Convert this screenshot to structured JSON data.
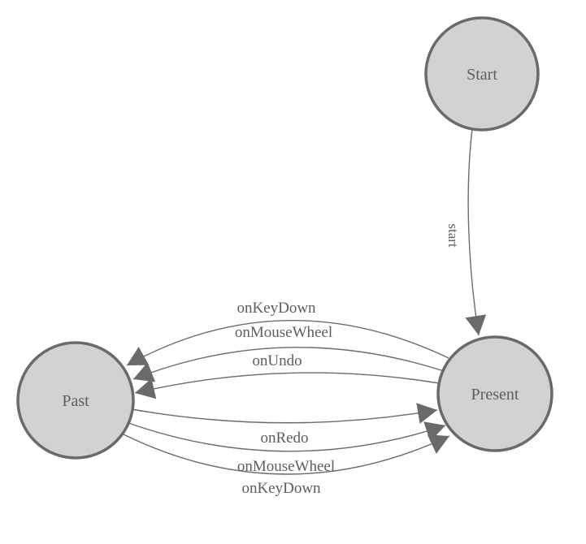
{
  "diagram": {
    "kind": "state-machine",
    "nodes": {
      "start": {
        "label": "Start"
      },
      "present": {
        "label": "Present"
      },
      "past": {
        "label": "Past"
      }
    },
    "edges": [
      {
        "from": "Start",
        "to": "Present",
        "label": "start"
      },
      {
        "from": "Present",
        "to": "Past",
        "label": "onKeyDown"
      },
      {
        "from": "Present",
        "to": "Past",
        "label": "onMouseWheel"
      },
      {
        "from": "Present",
        "to": "Past",
        "label": "onUndo"
      },
      {
        "from": "Past",
        "to": "Present",
        "label": "onRedo"
      },
      {
        "from": "Past",
        "to": "Present",
        "label": "onMouseWheel"
      },
      {
        "from": "Past",
        "to": "Present",
        "label": "onKeyDown"
      }
    ],
    "colors": {
      "node_fill": "#d2d2d2",
      "node_stroke": "#6a6a6a",
      "edge_stroke": "#6a6a6a",
      "label_text": "#5a5e61",
      "background": "#ffffff"
    }
  }
}
